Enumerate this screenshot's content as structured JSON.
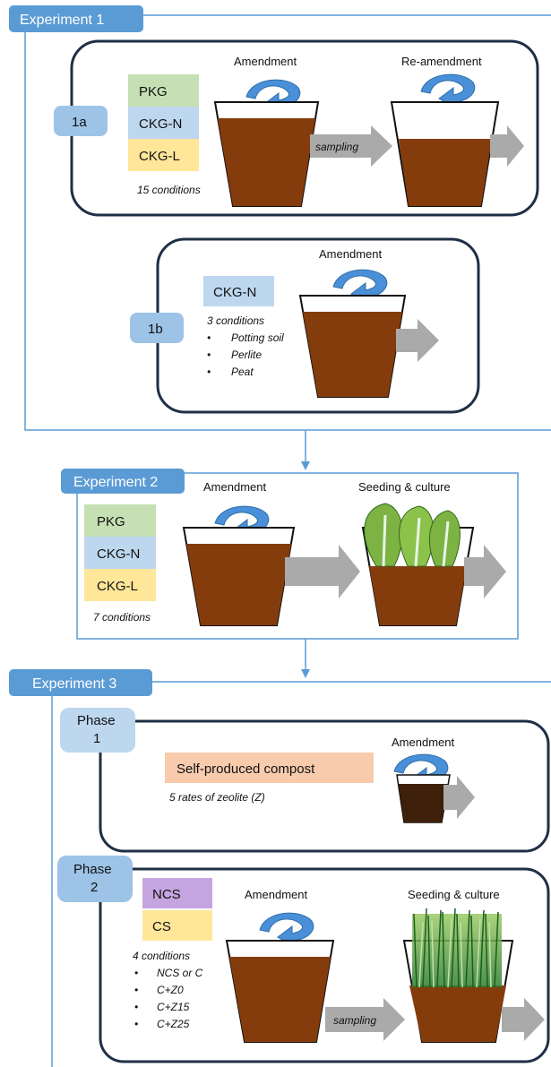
{
  "experiments": [
    {
      "title": "Experiment 1"
    },
    {
      "title": "Experiment 2"
    },
    {
      "title": "Experiment 3"
    }
  ],
  "exp1a": {
    "tag": "1a",
    "treatments": [
      "PKG",
      "CKG-N",
      "CKG-L"
    ],
    "conditions": "15 conditions",
    "amendment": "Amendment",
    "reamendment": "Re-amendment",
    "sampling": "sampling"
  },
  "exp1b": {
    "tag": "1b",
    "treatment": "CKG-N",
    "conditions": "3 conditions",
    "bullets": [
      "Potting soil",
      "Perlite",
      "Peat"
    ],
    "amendment": "Amendment"
  },
  "exp2": {
    "treatments": [
      "PKG",
      "CKG-N",
      "CKG-L"
    ],
    "conditions": "7 conditions",
    "amendment": "Amendment",
    "seeding": "Seeding & culture"
  },
  "exp3": {
    "phase1": {
      "label_line1": "Phase",
      "label_line2": "1",
      "compost": "Self-produced compost",
      "rates": "5 rates of zeolite (Z)",
      "amendment": "Amendment"
    },
    "phase2": {
      "label_line1": "Phase",
      "label_line2": "2",
      "treatments": [
        "NCS",
        "CS"
      ],
      "conditions": "4 conditions",
      "bullets": [
        "NCS or C",
        "C+Z0",
        "C+Z15",
        "C+Z25"
      ],
      "amendment": "Amendment",
      "sampling": "sampling",
      "seeding": "Seeding & culture"
    }
  },
  "bullet_char": "•",
  "colors": {
    "header_blue": "#5b9bd5",
    "pkg_green": "#c6e0b4",
    "ckgn_blue": "#bdd7ee",
    "ckgl_yellow": "#ffe699",
    "ncs_purple": "#c5a5e0",
    "cs_yellow": "#ffe699",
    "compost_peach": "#f8cbad",
    "soil_brown": "#843c0c",
    "arrow_gray": "#aaaaaa",
    "curved_arrow_blue": "#4a90d9",
    "panel_border": "#1f2f45"
  }
}
